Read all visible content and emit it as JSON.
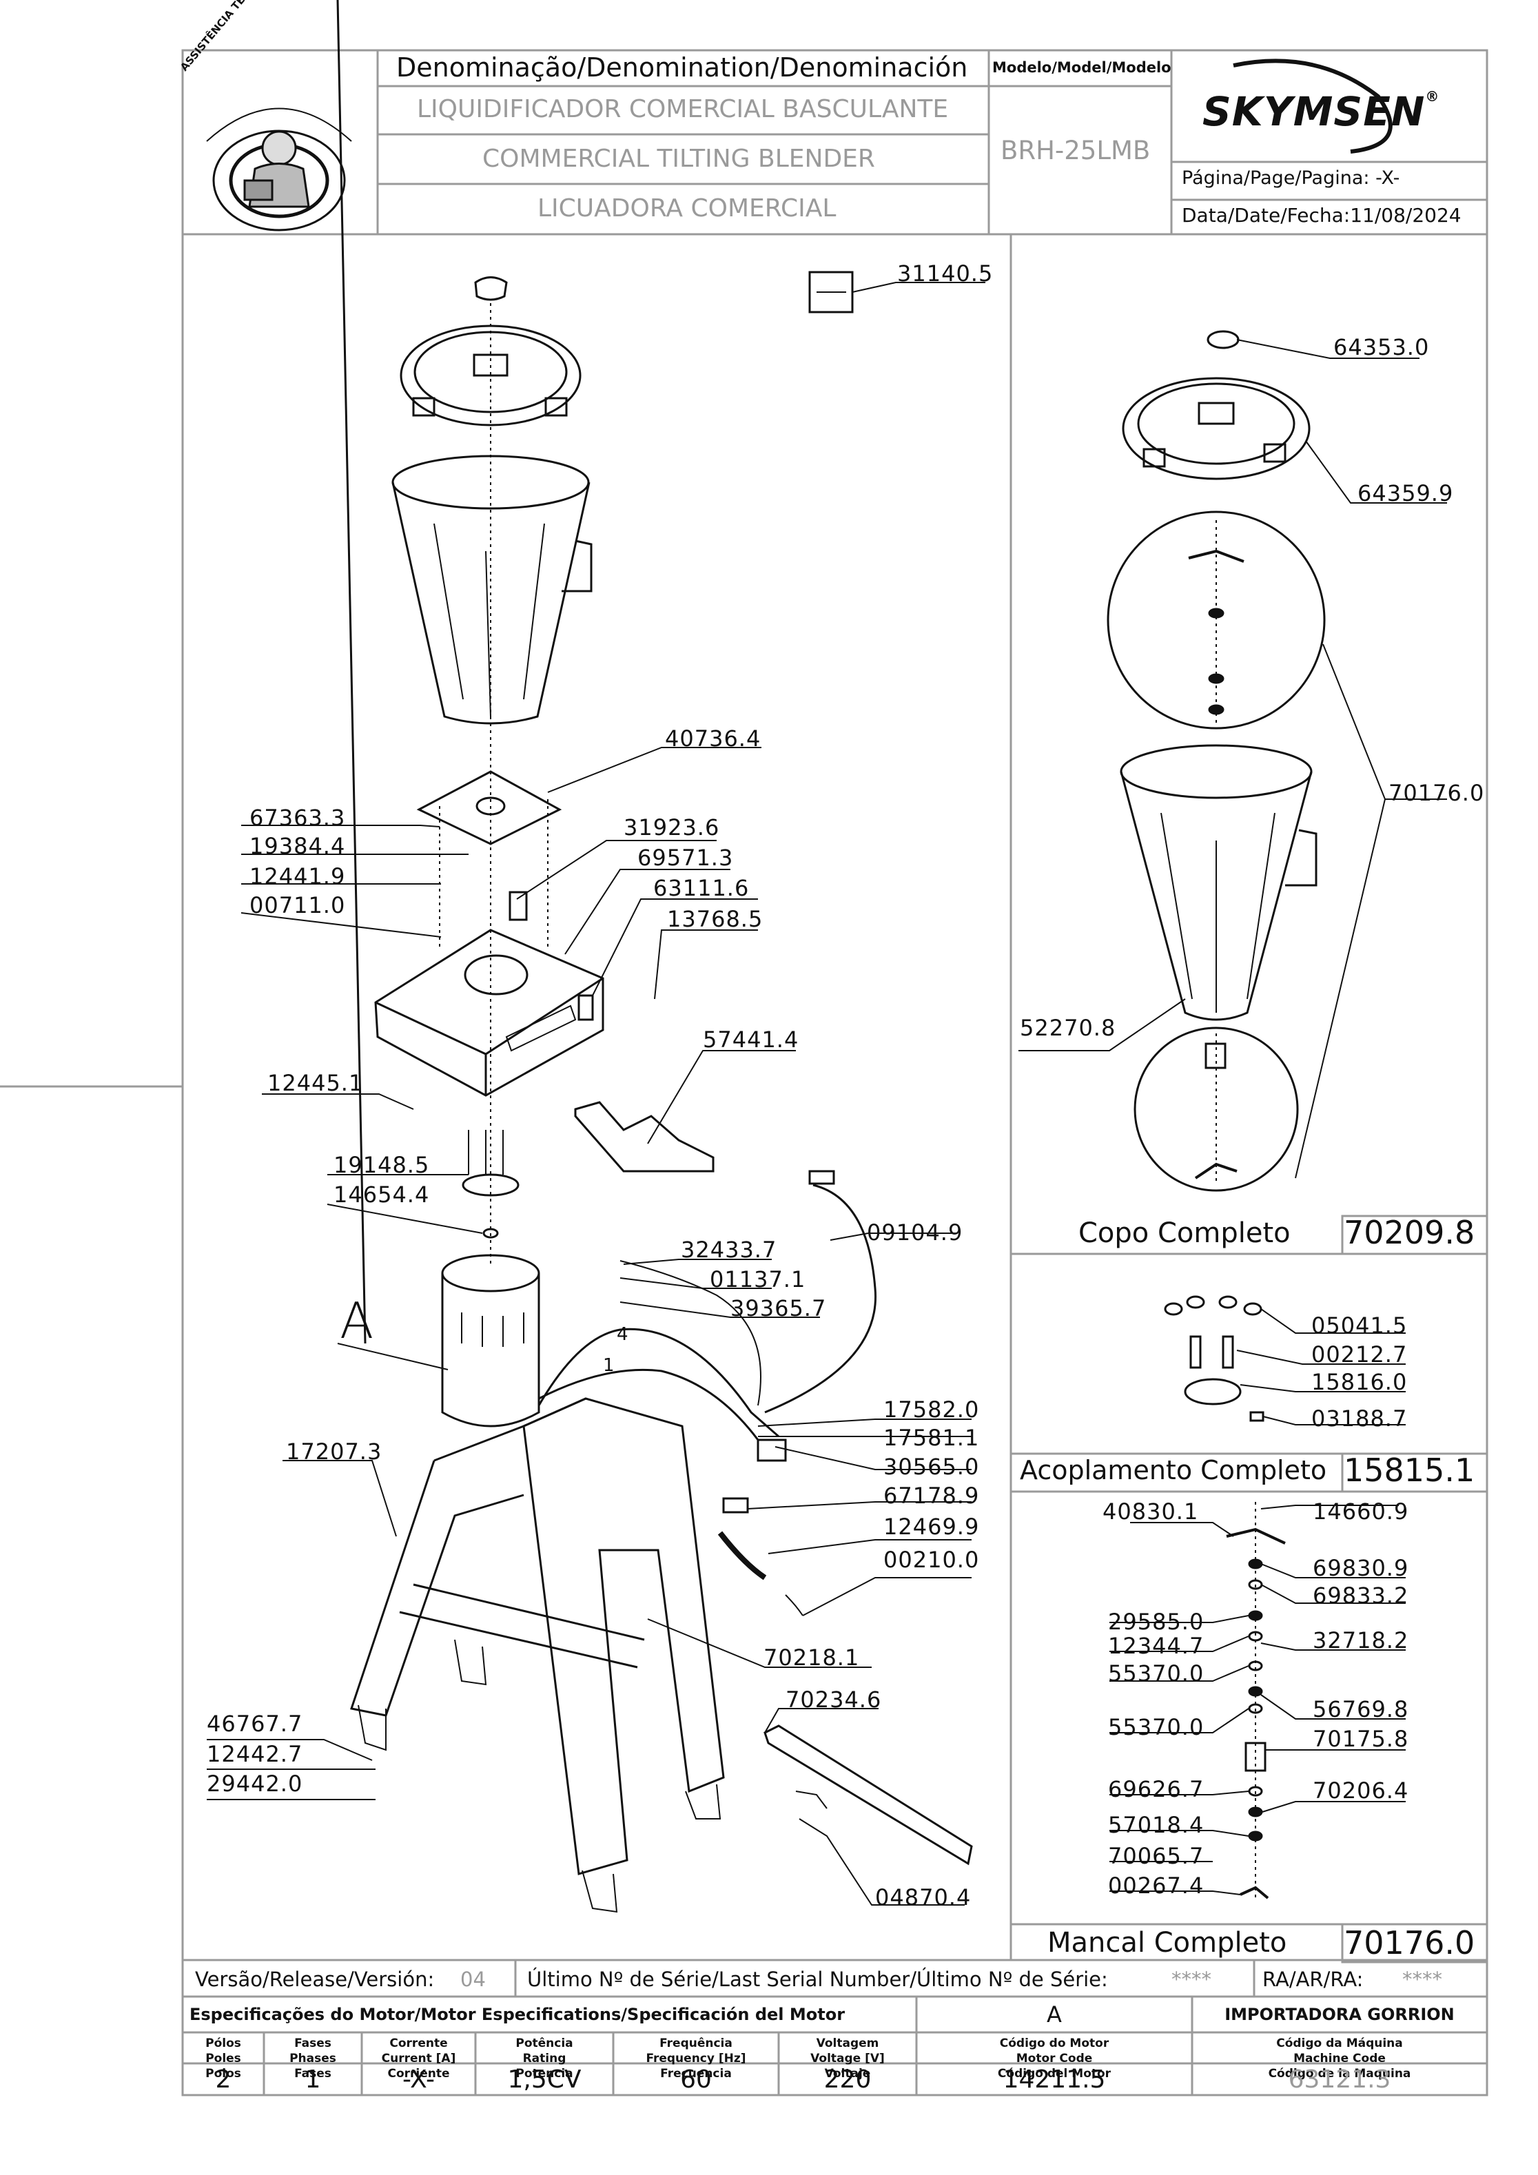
{
  "header": {
    "denomination_title": "Denominação/Denomination/Denominación",
    "name_pt": "LIQUIDIFICADOR  COMERCIAL  BASCULANTE",
    "name_en": "COMMERCIAL  TILTING  BLENDER",
    "name_es": "LICUADORA  COMERCIAL",
    "model_title": "Modelo/Model/Modelo",
    "model_value": "BRH-25LMB",
    "brand": "SKYMSEN",
    "brand_mark": "®",
    "page_label": "Página/Page/Pagina:",
    "page_value": "-X-",
    "date_label": "Data/Date/Fecha:",
    "date_value": "11/08/2024",
    "seal_text": "ASSISTÊNCIA TÉCNICA AUTORIZADA"
  },
  "main_parts": [
    "31140.5",
    "40736.4",
    "67363.3",
    "19384.4",
    "31923.6",
    "69571.3",
    "12441.9",
    "63111.6",
    "00711.0",
    "13768.5",
    "57441.4",
    "12445.1",
    "19148.5",
    "14654.4",
    "32433.7",
    "09104.9",
    "01137.1",
    "39365.7",
    "17582.0",
    "17581.1",
    "30565.0",
    "17207.3",
    "67178.9",
    "12469.9",
    "00210.0",
    "70218.1",
    "70234.6",
    "46767.7",
    "12442.7",
    "29442.0",
    "04870.4"
  ],
  "motor_label": "A",
  "wire_labels": [
    "4",
    "1"
  ],
  "copo": {
    "parts": [
      "64353.0",
      "64359.9",
      "70176.0",
      "52270.8"
    ],
    "title": "Copo  Completo",
    "code": "70209.8"
  },
  "acoplamento": {
    "parts": [
      "05041.5",
      "00212.7",
      "15816.0",
      "03188.7"
    ],
    "title": "Acoplamento  Completo",
    "code": "15815.1"
  },
  "mancal": {
    "parts": [
      "40830.1",
      "14660.9",
      "69830.9",
      "69833.2",
      "29585.0",
      "12344.7",
      "32718.2",
      "55370.0",
      "56769.8",
      "55370.0",
      "70175.8",
      "69626.7",
      "70206.4",
      "57018.4",
      "70065.7",
      "00267.4"
    ],
    "title": "Mancal  Completo",
    "code": "70176.0"
  },
  "release": {
    "version_label": "Versão/Release/Versión:",
    "version_value": "04",
    "serial_label": "Último  Nº  de  Série/Last  Serial  Number/Último  Nº  de  Série:",
    "serial_value": "****",
    "ra_label": "RA/AR/RA:",
    "ra_value": "****"
  },
  "specs": {
    "title": "Especificações do Motor/Motor Especifications/Specificación del Motor",
    "motor_ref": "A",
    "importer": "IMPORTADORA GORRION",
    "columns": [
      {
        "h1": "Pólos",
        "h2": "Poles",
        "h3": "Polos",
        "value": "2"
      },
      {
        "h1": "Fases",
        "h2": "Phases",
        "h3": "Fases",
        "value": "1"
      },
      {
        "h1": "Corrente",
        "h2": "Current [A]",
        "h3": "Corriente",
        "value": "-X-"
      },
      {
        "h1": "Potência",
        "h2": "Rating",
        "h3": "Potencia",
        "value": "1,5CV"
      },
      {
        "h1": "Frequência",
        "h2": "Frequency [Hz]",
        "h3": "Frecuencia",
        "value": "60"
      },
      {
        "h1": "Voltagem",
        "h2": "Voltage [V]",
        "h3": "Voltaje",
        "value": "220"
      },
      {
        "h1": "Código do Motor",
        "h2": "Motor Code",
        "h3": "Código del Motor",
        "value": "14211.5"
      },
      {
        "h1": "Código da Máquina",
        "h2": "Machine Code",
        "h3": "Código de la Maquina",
        "value": "63121.3"
      }
    ]
  }
}
